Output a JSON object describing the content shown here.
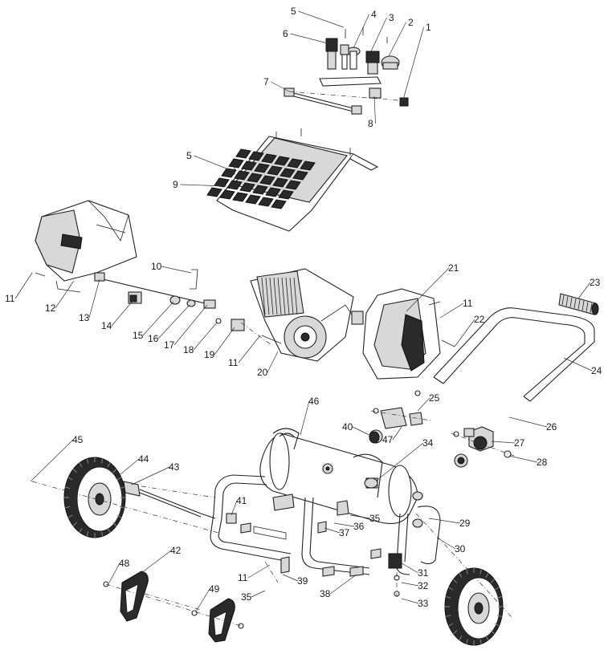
{
  "diagram": {
    "callouts": [
      {
        "id": "c5a",
        "label": "5"
      },
      {
        "id": "c4",
        "label": "4"
      },
      {
        "id": "c3",
        "label": "3"
      },
      {
        "id": "c2",
        "label": "2"
      },
      {
        "id": "c1",
        "label": "1"
      },
      {
        "id": "c6",
        "label": "6"
      },
      {
        "id": "c7",
        "label": "7"
      },
      {
        "id": "c8",
        "label": "8"
      },
      {
        "id": "c5b",
        "label": "5"
      },
      {
        "id": "c9",
        "label": "9"
      },
      {
        "id": "c10",
        "label": "10"
      },
      {
        "id": "c11a",
        "label": "11"
      },
      {
        "id": "c12",
        "label": "12"
      },
      {
        "id": "c13",
        "label": "13"
      },
      {
        "id": "c14",
        "label": "14"
      },
      {
        "id": "c15",
        "label": "15"
      },
      {
        "id": "c16",
        "label": "16"
      },
      {
        "id": "c17",
        "label": "17"
      },
      {
        "id": "c18",
        "label": "18"
      },
      {
        "id": "c19",
        "label": "19"
      },
      {
        "id": "c11b",
        "label": "11"
      },
      {
        "id": "c20",
        "label": "20"
      },
      {
        "id": "c21",
        "label": "21"
      },
      {
        "id": "c11c",
        "label": "11"
      },
      {
        "id": "c22",
        "label": "22"
      },
      {
        "id": "c23",
        "label": "23"
      },
      {
        "id": "c24",
        "label": "24"
      },
      {
        "id": "c25",
        "label": "25"
      },
      {
        "id": "c26",
        "label": "26"
      },
      {
        "id": "c27",
        "label": "27"
      },
      {
        "id": "c28",
        "label": "28"
      },
      {
        "id": "c46",
        "label": "46"
      },
      {
        "id": "c40",
        "label": "40"
      },
      {
        "id": "c47",
        "label": "47"
      },
      {
        "id": "c34",
        "label": "34"
      },
      {
        "id": "c45",
        "label": "45"
      },
      {
        "id": "c44",
        "label": "44"
      },
      {
        "id": "c43",
        "label": "43"
      },
      {
        "id": "c41",
        "label": "41"
      },
      {
        "id": "c35a",
        "label": "35"
      },
      {
        "id": "c36",
        "label": "36"
      },
      {
        "id": "c37",
        "label": "37"
      },
      {
        "id": "c29",
        "label": "29"
      },
      {
        "id": "c30",
        "label": "30"
      },
      {
        "id": "c31",
        "label": "31"
      },
      {
        "id": "c32",
        "label": "32"
      },
      {
        "id": "c33",
        "label": "33"
      },
      {
        "id": "c38",
        "label": "38"
      },
      {
        "id": "c39",
        "label": "39"
      },
      {
        "id": "c11d",
        "label": "11"
      },
      {
        "id": "c35b",
        "label": "35"
      },
      {
        "id": "c42",
        "label": "42"
      },
      {
        "id": "c48",
        "label": "48"
      },
      {
        "id": "c49",
        "label": "49"
      }
    ]
  }
}
